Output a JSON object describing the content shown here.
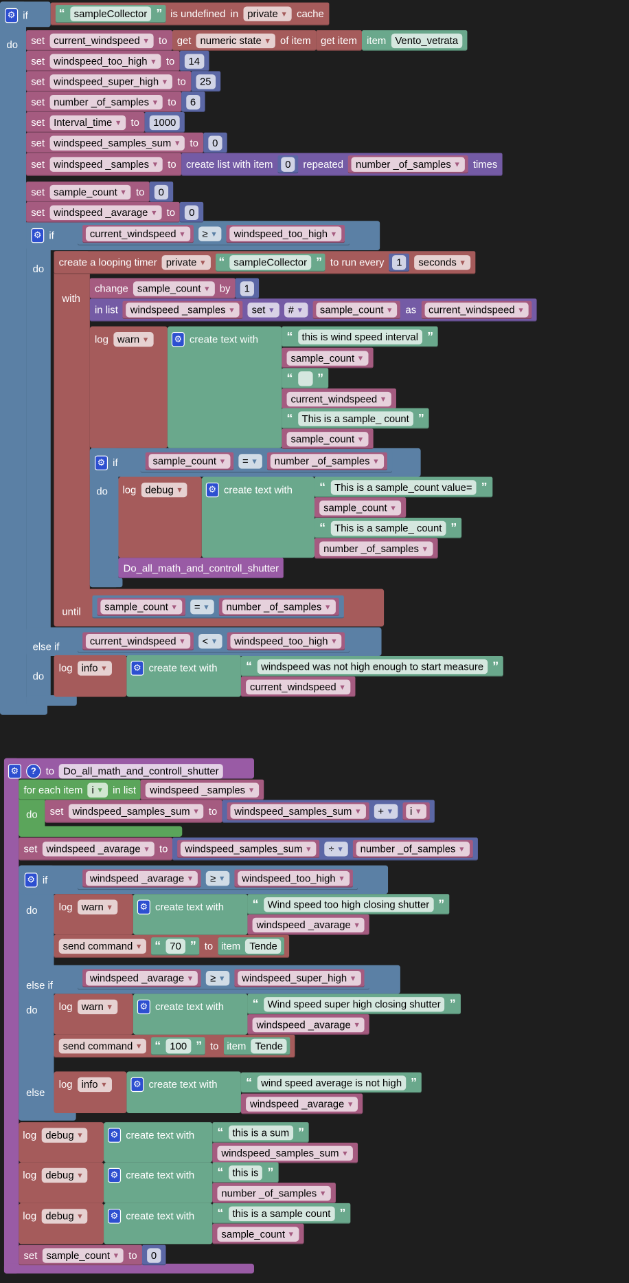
{
  "colors": {
    "logic": "#5b80a5",
    "action": "#a55b5b",
    "variable": "#a55b80",
    "text": "#6aa88c",
    "math": "#5b67a5",
    "list": "#745ba5",
    "procedure": "#995ba5",
    "loop": "#5ba55b",
    "background": "#1e1e1e"
  },
  "rows": [
    [
      {
        "b": "none",
        "k": [
          {
            "gear": "settings-gear-icon"
          },
          {
            "kw": "if"
          }
        ]
      }
    ],
    [
      {
        "b": "action",
        "k": [
          {
            "s": "sampleCollector"
          },
          {
            "kw": "is undefined"
          },
          {
            "kw": "in"
          },
          {
            "dd": "private"
          },
          {
            "kw": "cache"
          }
        ]
      }
    ],
    [
      {
        "b": "none",
        "k": [
          {
            "kw": "do"
          }
        ]
      }
    ],
    [
      {
        "b": "var",
        "k": [
          {
            "kw": "set"
          },
          {
            "v": "current_windspeed"
          },
          {
            "kw": "to"
          }
        ]
      },
      {
        "b": "action",
        "k": [
          {
            "kw": "get"
          },
          {
            "dd": "numeric state"
          },
          {
            "kw": "of item"
          }
        ]
      },
      {
        "b": "action",
        "k": [
          {
            "kw": "get item"
          }
        ]
      },
      {
        "b": "text",
        "k": [
          {
            "kw": "item"
          },
          {
            "f": "Vento_vetrata"
          }
        ]
      }
    ],
    [
      {
        "b": "var",
        "k": [
          {
            "kw": "set"
          },
          {
            "v": "windspeed_too_high"
          },
          {
            "kw": "to"
          }
        ]
      },
      {
        "b": "math",
        "k": [
          {
            "n": "14"
          }
        ]
      }
    ],
    [
      {
        "b": "var",
        "k": [
          {
            "kw": "set"
          },
          {
            "v": "windspeed_super_high"
          },
          {
            "kw": "to"
          }
        ]
      },
      {
        "b": "math",
        "k": [
          {
            "n": "25"
          }
        ]
      }
    ],
    [
      {
        "b": "var",
        "k": [
          {
            "kw": "set"
          },
          {
            "v": "number _of_samples"
          },
          {
            "kw": "to"
          }
        ]
      },
      {
        "b": "math",
        "k": [
          {
            "n": "6"
          }
        ]
      }
    ],
    [
      {
        "b": "var",
        "k": [
          {
            "kw": "set"
          },
          {
            "v": "Interval_time"
          },
          {
            "kw": "to"
          }
        ]
      },
      {
        "b": "math",
        "k": [
          {
            "n": "1000"
          }
        ]
      }
    ],
    [
      {
        "b": "var",
        "k": [
          {
            "kw": "set"
          },
          {
            "v": "windspeed_samples_sum"
          },
          {
            "kw": "to"
          }
        ]
      },
      {
        "b": "math",
        "k": [
          {
            "n": "0"
          }
        ]
      }
    ],
    [
      {
        "b": "var",
        "k": [
          {
            "kw": "set"
          },
          {
            "v": "windspeed _samples"
          },
          {
            "kw": "to"
          }
        ]
      },
      {
        "b": "list",
        "k": [
          {
            "kw": "create list with item"
          },
          {
            "nb": "0"
          },
          {
            "kw": "repeated"
          },
          {
            "vb": "number _of_samples"
          },
          {
            "kw": "times"
          }
        ]
      }
    ],
    [
      {
        "b": "var",
        "k": [
          {
            "kw": "set"
          },
          {
            "v": "sample_count"
          },
          {
            "kw": "to"
          }
        ]
      },
      {
        "b": "math",
        "k": [
          {
            "n": "0"
          }
        ]
      }
    ],
    [
      {
        "b": "var",
        "k": [
          {
            "kw": "set"
          },
          {
            "v": "windspeed _avarage"
          },
          {
            "kw": "to"
          }
        ]
      },
      {
        "b": "math",
        "k": [
          {
            "n": "0"
          }
        ]
      }
    ],
    [
      {
        "b": "none",
        "k": [
          {
            "gear": "settings-gear-icon"
          },
          {
            "kw": "if"
          }
        ]
      }
    ],
    [
      {
        "b": "logic",
        "k": [
          {
            "vb": "current_windspeed"
          },
          {
            "dd": "≥"
          },
          {
            "vb": "windspeed_too_high"
          }
        ]
      }
    ],
    [
      {
        "b": "none",
        "k": [
          {
            "kw": "do"
          }
        ]
      }
    ],
    [
      {
        "b": "action",
        "k": [
          {
            "kw": "create a looping timer"
          },
          {
            "dd": "private"
          },
          {
            "s": "sampleCollector"
          },
          {
            "kw": "to run every"
          },
          {
            "nb": "1"
          },
          {
            "dd": "seconds"
          }
        ]
      }
    ],
    [
      {
        "b": "none",
        "k": [
          {
            "kw": "with"
          }
        ]
      }
    ],
    [
      {
        "b": "var",
        "k": [
          {
            "kw": "change"
          },
          {
            "v": "sample_count"
          },
          {
            "kw": "by"
          }
        ]
      },
      {
        "b": "math",
        "k": [
          {
            "n": "1"
          }
        ]
      }
    ],
    [
      {
        "b": "list",
        "k": [
          {
            "kw": "in list"
          },
          {
            "vb": "windspeed _samples"
          },
          {
            "dd": "set"
          },
          {
            "dd": "#"
          },
          {
            "vb": "sample_count"
          },
          {
            "kw": "as"
          },
          {
            "vb": "current_windspeed"
          }
        ]
      }
    ],
    [
      {
        "b": "none",
        "k": [
          {
            "kw": "log"
          },
          {
            "dd": "warn"
          }
        ]
      }
    ],
    [
      {
        "b": "none",
        "k": [
          {
            "gear": "settings-gear-icon"
          },
          {
            "kw": "create text with"
          }
        ]
      }
    ],
    [
      {
        "b": "text",
        "k": [
          {
            "q": "this is wind speed interval"
          }
        ]
      }
    ],
    [
      {
        "b": "var",
        "k": [
          {
            "v": "sample_count"
          }
        ]
      }
    ],
    [
      {
        "b": "text",
        "k": [
          {
            "q": ""
          }
        ]
      }
    ],
    [
      {
        "b": "var",
        "k": [
          {
            "v": "current_windspeed"
          }
        ]
      }
    ],
    [
      {
        "b": "text",
        "k": [
          {
            "q": "This is a sample_ count"
          }
        ]
      }
    ],
    [
      {
        "b": "var",
        "k": [
          {
            "v": "sample_count"
          }
        ]
      }
    ],
    [
      {
        "b": "none",
        "k": [
          {
            "gear": "settings-gear-icon"
          },
          {
            "kw": "if"
          }
        ]
      }
    ],
    [
      {
        "b": "logic",
        "k": [
          {
            "vb": "sample_count"
          },
          {
            "dd": "="
          },
          {
            "vb": "number _of_samples"
          }
        ]
      }
    ],
    [
      {
        "b": "none",
        "k": [
          {
            "kw": "do"
          }
        ]
      }
    ],
    [
      {
        "b": "none",
        "k": [
          {
            "kw": "log"
          },
          {
            "dd": "debug"
          }
        ]
      }
    ],
    [
      {
        "b": "none",
        "k": [
          {
            "gear": "settings-gear-icon"
          },
          {
            "kw": "create text with"
          }
        ]
      }
    ],
    [
      {
        "b": "text",
        "k": [
          {
            "q": "This is a sample_count value="
          }
        ]
      }
    ],
    [
      {
        "b": "var",
        "k": [
          {
            "v": "sample_count"
          }
        ]
      }
    ],
    [
      {
        "b": "text",
        "k": [
          {
            "q": "This is a sample_ count"
          }
        ]
      }
    ],
    [
      {
        "b": "var",
        "k": [
          {
            "v": "number _of_samples"
          }
        ]
      }
    ],
    [
      {
        "b": "proc",
        "k": [
          {
            "kw": "Do_all_math_and_controll_shutter"
          }
        ]
      }
    ],
    [
      {
        "b": "none",
        "k": [
          {
            "kw": "until"
          }
        ]
      }
    ],
    [
      {
        "b": "logic",
        "k": [
          {
            "vb": "sample_count"
          },
          {
            "dd": "="
          },
          {
            "vb": "number _of_samples"
          }
        ]
      }
    ],
    [
      {
        "b": "none",
        "k": [
          {
            "kw": "else if"
          }
        ]
      }
    ],
    [
      {
        "b": "logic",
        "k": [
          {
            "vb": "current_windspeed"
          },
          {
            "dd": "<"
          },
          {
            "vb": "windspeed_too_high"
          }
        ]
      }
    ],
    [
      {
        "b": "none",
        "k": [
          {
            "kw": "do"
          }
        ]
      }
    ],
    [
      {
        "b": "none",
        "k": [
          {
            "kw": "log"
          },
          {
            "dd": "info"
          }
        ]
      }
    ],
    [
      {
        "b": "none",
        "k": [
          {
            "gear": "settings-gear-icon"
          },
          {
            "kw": "create text with"
          }
        ]
      }
    ],
    [
      {
        "b": "text",
        "k": [
          {
            "q": "windspeed was not high enough to start measure"
          }
        ]
      }
    ],
    [
      {
        "b": "var",
        "k": [
          {
            "v": "current_windspeed"
          }
        ]
      }
    ],
    [
      {
        "b": "none",
        "k": [
          {
            "gear": "settings-gear-icon"
          },
          {
            "help": "?"
          },
          {
            "kw": "to"
          },
          {
            "f": "Do_all_math_and_controll_shutter"
          }
        ]
      }
    ],
    [
      {
        "b": "loop",
        "k": [
          {
            "kw": "for each item"
          },
          {
            "dd": "i"
          },
          {
            "kw": "in list"
          }
        ]
      },
      {
        "b": "var",
        "k": [
          {
            "v": "windspeed _samples"
          }
        ]
      }
    ],
    [
      {
        "b": "none",
        "k": [
          {
            "kw": "do"
          }
        ]
      }
    ],
    [
      {
        "b": "var",
        "k": [
          {
            "kw": "set"
          },
          {
            "v": "windspeed_samples_sum"
          },
          {
            "kw": "to"
          }
        ]
      },
      {
        "b": "math",
        "k": [
          {
            "vb": "windspeed_samples_sum"
          },
          {
            "dd": "+"
          },
          {
            "vb": "i"
          }
        ]
      }
    ],
    [
      {
        "b": "var",
        "k": [
          {
            "kw": "set"
          },
          {
            "v": "windspeed _avarage"
          },
          {
            "kw": "to"
          }
        ]
      },
      {
        "b": "math",
        "k": [
          {
            "vb": "windspeed_samples_sum"
          },
          {
            "dd": "÷"
          },
          {
            "vb": "number _of_samples"
          }
        ]
      }
    ],
    [
      {
        "b": "none",
        "k": [
          {
            "gear": "settings-gear-icon"
          },
          {
            "kw": "if"
          }
        ]
      }
    ],
    [
      {
        "b": "logic",
        "k": [
          {
            "vb": "windspeed _avarage"
          },
          {
            "dd": "≥"
          },
          {
            "vb": "windspeed_too_high"
          }
        ]
      }
    ],
    [
      {
        "b": "none",
        "k": [
          {
            "kw": "do"
          }
        ]
      }
    ],
    [
      {
        "b": "none",
        "k": [
          {
            "kw": "log"
          },
          {
            "dd": "warn"
          }
        ]
      }
    ],
    [
      {
        "b": "none",
        "k": [
          {
            "gear": "settings-gear-icon"
          },
          {
            "kw": "create text with"
          }
        ]
      }
    ],
    [
      {
        "b": "text",
        "k": [
          {
            "q": "Wind speed too high closing shutter"
          }
        ]
      }
    ],
    [
      {
        "b": "var",
        "k": [
          {
            "v": "windspeed _avarage"
          }
        ]
      }
    ],
    [
      {
        "b": "action",
        "k": [
          {
            "dd": "send command"
          },
          {
            "s": "70"
          },
          {
            "kw": "to"
          },
          {
            "tb": "item",
            "f2": "Tende"
          }
        ]
      }
    ],
    [
      {
        "b": "none",
        "k": [
          {
            "kw": "else if"
          }
        ]
      }
    ],
    [
      {
        "b": "logic",
        "k": [
          {
            "vb": "windspeed _avarage"
          },
          {
            "dd": "≥"
          },
          {
            "vb": "windspeed_super_high"
          }
        ]
      }
    ],
    [
      {
        "b": "none",
        "k": [
          {
            "kw": "do"
          }
        ]
      }
    ],
    [
      {
        "b": "none",
        "k": [
          {
            "kw": "log"
          },
          {
            "dd": "warn"
          }
        ]
      }
    ],
    [
      {
        "b": "none",
        "k": [
          {
            "gear": "settings-gear-icon"
          },
          {
            "kw": "create text with"
          }
        ]
      }
    ],
    [
      {
        "b": "text",
        "k": [
          {
            "q": "Wind speed super high closing shutter"
          }
        ]
      }
    ],
    [
      {
        "b": "var",
        "k": [
          {
            "v": "windspeed _avarage"
          }
        ]
      }
    ],
    [
      {
        "b": "action",
        "k": [
          {
            "dd": "send command"
          },
          {
            "s": "100"
          },
          {
            "kw": "to"
          },
          {
            "tb": "item",
            "f2": "Tende"
          }
        ]
      }
    ],
    [
      {
        "b": "none",
        "k": [
          {
            "kw": "else"
          }
        ]
      }
    ],
    [
      {
        "b": "none",
        "k": [
          {
            "kw": "log"
          },
          {
            "dd": "info"
          }
        ]
      }
    ],
    [
      {
        "b": "none",
        "k": [
          {
            "gear": "settings-gear-icon"
          },
          {
            "kw": "create text with"
          }
        ]
      }
    ],
    [
      {
        "b": "text",
        "k": [
          {
            "q": "wind speed average is not high"
          }
        ]
      }
    ],
    [
      {
        "b": "var",
        "k": [
          {
            "v": "windspeed _avarage"
          }
        ]
      }
    ],
    [
      {
        "b": "none",
        "k": [
          {
            "kw": "log"
          },
          {
            "dd": "debug"
          }
        ]
      }
    ],
    [
      {
        "b": "none",
        "k": [
          {
            "gear": "settings-gear-icon"
          },
          {
            "kw": "create text with"
          }
        ]
      }
    ],
    [
      {
        "b": "text",
        "k": [
          {
            "q": "this is a sum"
          }
        ]
      }
    ],
    [
      {
        "b": "var",
        "k": [
          {
            "v": "windspeed_samples_sum"
          }
        ]
      }
    ],
    [
      {
        "b": "none",
        "k": [
          {
            "kw": "log"
          },
          {
            "dd": "debug"
          }
        ]
      }
    ],
    [
      {
        "b": "none",
        "k": [
          {
            "gear": "settings-gear-icon"
          },
          {
            "kw": "create text with"
          }
        ]
      }
    ],
    [
      {
        "b": "text",
        "k": [
          {
            "q": "this is"
          }
        ]
      }
    ],
    [
      {
        "b": "var",
        "k": [
          {
            "v": "number _of_samples"
          }
        ]
      }
    ],
    [
      {
        "b": "none",
        "k": [
          {
            "kw": "log"
          },
          {
            "dd": "debug"
          }
        ]
      }
    ],
    [
      {
        "b": "none",
        "k": [
          {
            "gear": "settings-gear-icon"
          },
          {
            "kw": "create text with"
          }
        ]
      }
    ],
    [
      {
        "b": "text",
        "k": [
          {
            "q": "this is a sample count"
          }
        ]
      }
    ],
    [
      {
        "b": "var",
        "k": [
          {
            "v": "sample_count"
          }
        ]
      }
    ],
    [
      {
        "b": "var",
        "k": [
          {
            "kw": "set"
          },
          {
            "v": "sample_count"
          },
          {
            "kw": "to"
          }
        ]
      },
      {
        "b": "math",
        "k": [
          {
            "n": "0"
          }
        ]
      }
    ]
  ]
}
